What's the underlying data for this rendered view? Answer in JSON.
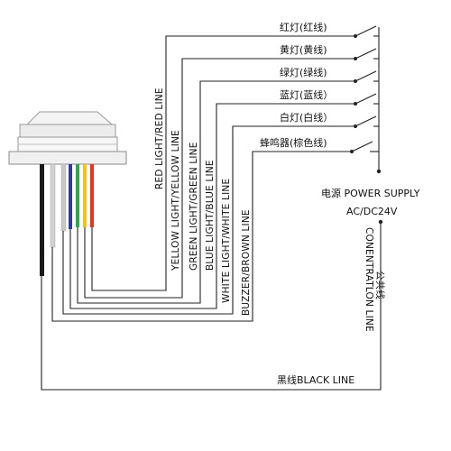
{
  "switch_labels": {
    "red": "红灯(红线)",
    "yellow": "黄灯(黄线)",
    "green": "绿灯(绿线)",
    "blue": "蓝灯(蓝线）",
    "white": "白灯(白线）",
    "buzzer": "蜂鸣器(棕色线)"
  },
  "wire_labels": {
    "red": "RED LIGHT/RED LINE",
    "yellow": "YELLOW LIGHT/YELLOW LINE",
    "green": "GREEN LIGHT/GREEN LINE",
    "blue": "BLUE LIGHT/BLUE LINE",
    "white": "WHITE LIGHT/WHITE LINE",
    "brown": "BUZZER/BROWN LINE"
  },
  "power": {
    "label": "电源 POWER SUPPLY",
    "voltage": "AC/DC24V"
  },
  "common": {
    "cn": "公共线",
    "en": "CONENTRATLON LINE"
  },
  "black_line": "黑线BLACK LINE",
  "wire_colors": {
    "black": "#1a1a1a",
    "brown": "#cfcfcf",
    "blue": "#2b3aa6",
    "green": "#2ea84a",
    "yellow": "#f4c21a",
    "red": "#e53423"
  }
}
